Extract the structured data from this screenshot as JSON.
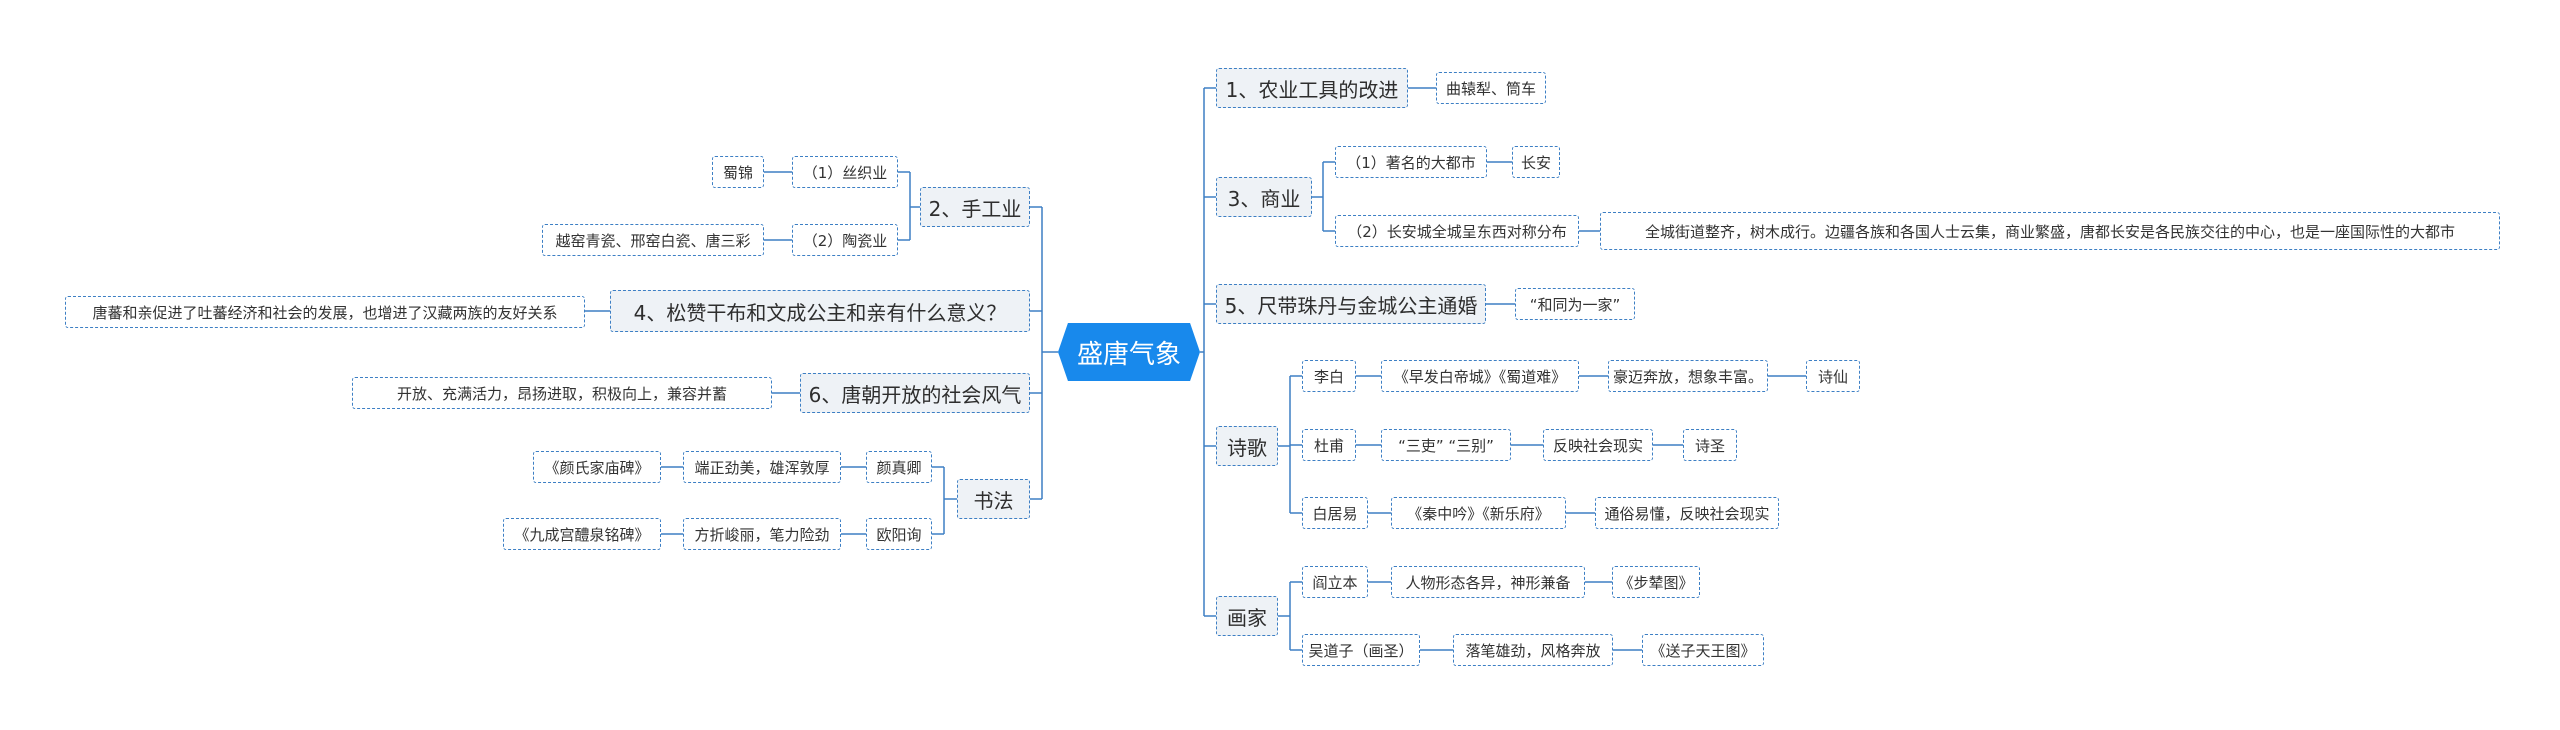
{
  "root": "盛唐气象",
  "right": {
    "agri": "1、农业工具的改进",
    "agri_tools": "曲辕犁、筒车",
    "commerce": "3、商业",
    "metro": "（1）著名的大都市",
    "changan": "长安",
    "layout": "（2）长安城全城呈东西对称分布",
    "layout_desc": "全城街道整齐，树木成行。边疆各族和各国人士云集，商业繁盛，唐都长安是各民族交往的中心，也是一座国际性的大都市",
    "tubo": "5、尺带珠丹与金城公主通婚",
    "tubo_desc": "“和同为一家”",
    "poetry": "诗歌",
    "libai": "李白",
    "libai_works": "《早发白帝城》《蜀道难》",
    "libai_style": "豪迈奔放，想象丰富。",
    "libai_title": "诗仙",
    "dufu": "杜甫",
    "dufu_works": "“三吏” “三别”",
    "dufu_style": "反映社会现实",
    "dufu_title": "诗圣",
    "bai": "白居易",
    "bai_works": "《秦中吟》《新乐府》",
    "bai_style": "通俗易懂，反映社会现实",
    "painters": "画家",
    "yan": "阎立本",
    "yan_style": "人物形态各异，神形兼备",
    "yan_work": "《步辇图》",
    "wu": "吴道子（画圣）",
    "wu_style": "落笔雄劲，风格奔放",
    "wu_work": "《送子天王图》"
  },
  "left": {
    "craft": "2、手工业",
    "silk": "（1）丝织业",
    "shujin": "蜀锦",
    "ceramic": "（2）陶瓷业",
    "ceramic_desc": "越窑青瓷、邢窑白瓷、唐三彩",
    "marriage_q": "4、松赞干布和文成公主和亲有什么意义？",
    "marriage_a": "唐蕃和亲促进了吐蕃经济和社会的发展，也增进了汉藏两族的友好关系",
    "ethos": "6、唐朝开放的社会风气",
    "ethos_desc": "开放、充满活力，昂扬进取，积极向上，兼容并蓄",
    "calligraphy": "书法",
    "yanzhenqing": "颜真卿",
    "yan_style": "端正劲美，雄浑敦厚",
    "yan_work": "《颜氏家庙碑》",
    "ouyangxun": "欧阳询",
    "ou_style": "方折峻丽，笔力险劲",
    "ou_work": "《九成宫醴泉铭碑》"
  },
  "colors": {
    "root_fill": "#1889ec",
    "border": "#3d7fc4",
    "branch_fill": "#eef2f6",
    "line": "#3d7fc4"
  }
}
